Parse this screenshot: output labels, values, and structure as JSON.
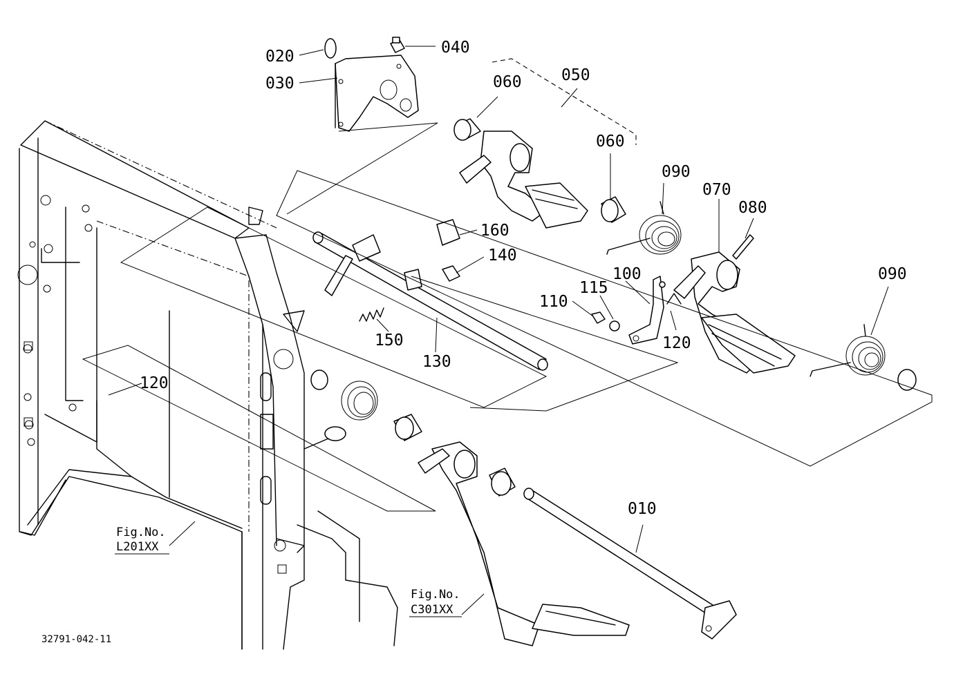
{
  "labels": {
    "l010": "010",
    "l020": "020",
    "l030": "030",
    "l040": "040",
    "l050": "050",
    "l060a": "060",
    "l060b": "060",
    "l070": "070",
    "l080": "080",
    "l090a": "090",
    "l090b": "090",
    "l100": "100",
    "l110": "110",
    "l115": "115",
    "l120a": "120",
    "l120b": "120",
    "l130": "130",
    "l140": "140",
    "l150": "150",
    "l160": "160"
  },
  "figrefs": {
    "fig1_title": "Fig.No.",
    "fig1_code": "L201XX",
    "fig2_title": "Fig.No.",
    "fig2_code": "C301XX"
  },
  "drawing_number": "32791-042-11"
}
